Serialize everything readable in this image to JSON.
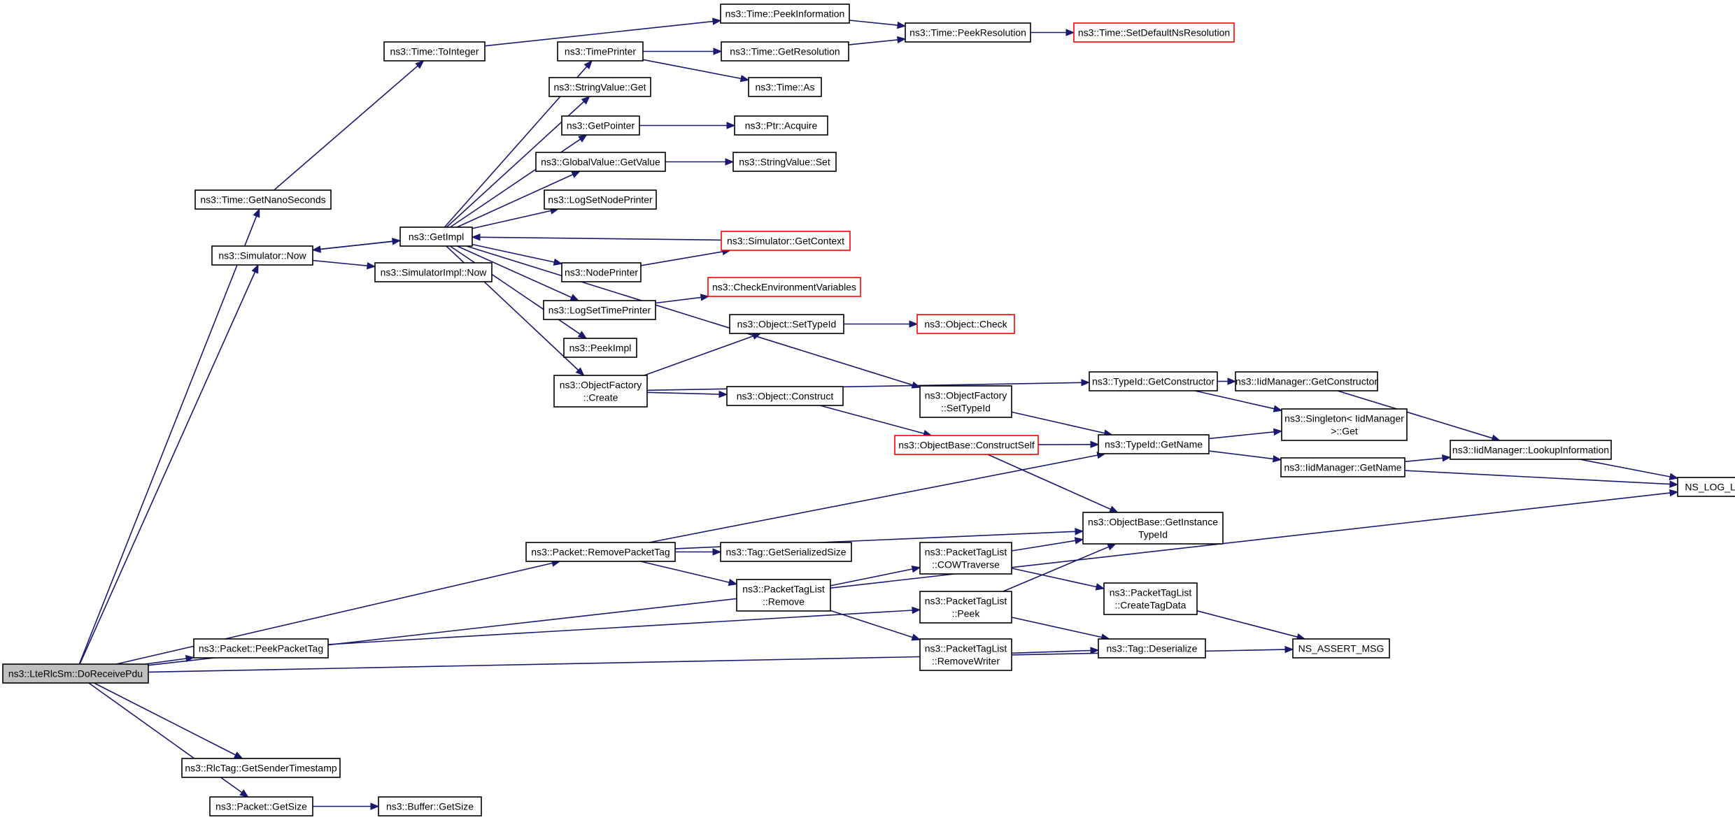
{
  "nodes": {
    "root": [
      "ns3::LteRlcSm::DoReceivePdu"
    ],
    "getnano": [
      "ns3::Time::GetNanoSeconds"
    ],
    "simnow": [
      "ns3::Simulator::Now"
    ],
    "pkt_rmtag": [
      "ns3::Packet::RemovePacketTag"
    ],
    "pkt_peek": [
      "ns3::Packet::PeekPacketTag"
    ],
    "rlctag": [
      "ns3::RlcTag::GetSenderTimestamp"
    ],
    "pkt_size": [
      "ns3::Packet::GetSize"
    ],
    "buf_size": [
      "ns3::Buffer::GetSize"
    ],
    "tointeger": [
      "ns3::Time::ToInteger"
    ],
    "getimpl": [
      "ns3::GetImpl"
    ],
    "simimpl_now": [
      "ns3::SimulatorImpl::Now"
    ],
    "peekinfo": [
      "ns3::Time::PeekInformation"
    ],
    "timeprinter": [
      "ns3::TimePrinter"
    ],
    "strval_get": [
      "ns3::StringValue::Get"
    ],
    "getpointer": [
      "ns3::GetPointer"
    ],
    "gv_getvalue": [
      "ns3::GlobalValue::GetValue"
    ],
    "lognodeprinter": [
      "ns3::LogSetNodePrinter"
    ],
    "nodeprinter": [
      "ns3::NodePrinter"
    ],
    "logtimeprinter": [
      "ns3::LogSetTimePrinter"
    ],
    "peekimpl": [
      "ns3::PeekImpl"
    ],
    "of_create": [
      "ns3::ObjectFactory",
      "::Create"
    ],
    "getres": [
      "ns3::Time::GetResolution"
    ],
    "time_as": [
      "ns3::Time::As"
    ],
    "ptr_acquire": [
      "ns3::Ptr::Acquire"
    ],
    "strval_set": [
      "ns3::StringValue::Set"
    ],
    "sim_ctx": [
      "ns3::Simulator::GetContext"
    ],
    "checkenv": [
      "ns3::CheckEnvironmentVariables"
    ],
    "obj_settid": [
      "ns3::Object::SetTypeId"
    ],
    "obj_construct": [
      "ns3::Object::Construct"
    ],
    "peekres": [
      "ns3::Time::PeekResolution"
    ],
    "setdefres": [
      "ns3::Time::SetDefaultNsResolution"
    ],
    "obj_check": [
      "ns3::Object::Check"
    ],
    "tid_getctor": [
      "ns3::TypeId::GetConstructor"
    ],
    "of_settid": [
      "ns3::ObjectFactory",
      "::SetTypeId"
    ],
    "ob_cself": [
      "ns3::ObjectBase::ConstructSelf"
    ],
    "tid_getname": [
      "ns3::TypeId::GetName"
    ],
    "iid_getctor": [
      "ns3::IidManager::GetConstructor"
    ],
    "singleton": [
      "ns3::Singleton< IidManager",
      ">::Get"
    ],
    "iid_getname": [
      "ns3::IidManager::GetName"
    ],
    "iid_lookup": [
      "ns3::IidManager::LookupInformation"
    ],
    "ns_log_logic": [
      "NS_LOG_LOGIC"
    ],
    "ob_getinst": [
      "ns3::ObjectBase::GetInstance",
      "TypeId"
    ],
    "tag_sersize": [
      "ns3::Tag::GetSerializedSize"
    ],
    "ptl_remove": [
      "ns3::PacketTagList",
      "::Remove"
    ],
    "ptl_cow": [
      "ns3::PacketTagList",
      "::COWTraverse"
    ],
    "ptl_peek": [
      "ns3::PacketTagList",
      "::Peek"
    ],
    "ptl_rmwriter": [
      "ns3::PacketTagList",
      "::RemoveWriter"
    ],
    "ptl_create": [
      "ns3::PacketTagList",
      "::CreateTagData"
    ],
    "tag_deser": [
      "ns3::Tag::Deserialize"
    ],
    "assert_msg": [
      "NS_ASSERT_MSG"
    ]
  },
  "edges": [
    [
      "root",
      "getnano"
    ],
    [
      "root",
      "simnow"
    ],
    [
      "root",
      "pkt_rmtag"
    ],
    [
      "root",
      "pkt_peek"
    ],
    [
      "root",
      "rlctag"
    ],
    [
      "root",
      "pkt_size"
    ],
    [
      "root",
      "assert_msg"
    ],
    [
      "root",
      "ns_log_logic"
    ],
    [
      "getnano",
      "tointeger"
    ],
    [
      "tointeger",
      "peekinfo"
    ],
    [
      "simnow",
      "getimpl"
    ],
    [
      "simnow",
      "simimpl_now"
    ],
    [
      "getimpl",
      "simnow"
    ],
    [
      "getimpl",
      "timeprinter"
    ],
    [
      "getimpl",
      "strval_get"
    ],
    [
      "getimpl",
      "getpointer"
    ],
    [
      "getimpl",
      "gv_getvalue"
    ],
    [
      "getimpl",
      "lognodeprinter"
    ],
    [
      "getimpl",
      "nodeprinter"
    ],
    [
      "getimpl",
      "logtimeprinter"
    ],
    [
      "getimpl",
      "peekimpl"
    ],
    [
      "getimpl",
      "of_create"
    ],
    [
      "getimpl",
      "of_settid"
    ],
    [
      "timeprinter",
      "getres"
    ],
    [
      "timeprinter",
      "time_as"
    ],
    [
      "getres",
      "peekres"
    ],
    [
      "peekinfo",
      "peekres"
    ],
    [
      "peekres",
      "setdefres"
    ],
    [
      "getpointer",
      "ptr_acquire"
    ],
    [
      "gv_getvalue",
      "strval_set"
    ],
    [
      "sim_ctx",
      "getimpl"
    ],
    [
      "nodeprinter",
      "sim_ctx"
    ],
    [
      "logtimeprinter",
      "checkenv"
    ],
    [
      "of_create",
      "obj_settid"
    ],
    [
      "of_create",
      "tid_getctor"
    ],
    [
      "of_create",
      "obj_construct"
    ],
    [
      "obj_settid",
      "obj_check"
    ],
    [
      "obj_construct",
      "ob_cself"
    ],
    [
      "tid_getctor",
      "iid_getctor"
    ],
    [
      "tid_getctor",
      "singleton"
    ],
    [
      "iid_getctor",
      "iid_lookup"
    ],
    [
      "of_settid",
      "tid_getname"
    ],
    [
      "ob_cself",
      "tid_getname"
    ],
    [
      "ob_cself",
      "ob_getinst"
    ],
    [
      "tid_getname",
      "singleton"
    ],
    [
      "tid_getname",
      "iid_getname"
    ],
    [
      "iid_getname",
      "iid_lookup"
    ],
    [
      "iid_getname",
      "ns_log_logic"
    ],
    [
      "iid_lookup",
      "ns_log_logic"
    ],
    [
      "pkt_rmtag",
      "tid_getname"
    ],
    [
      "pkt_rmtag",
      "ob_getinst"
    ],
    [
      "pkt_rmtag",
      "tag_sersize"
    ],
    [
      "pkt_rmtag",
      "ptl_remove"
    ],
    [
      "ptl_remove",
      "ptl_cow"
    ],
    [
      "ptl_remove",
      "ptl_rmwriter"
    ],
    [
      "ptl_cow",
      "ob_getinst"
    ],
    [
      "ptl_cow",
      "ptl_create"
    ],
    [
      "ptl_peek",
      "ob_getinst"
    ],
    [
      "ptl_peek",
      "tag_deser"
    ],
    [
      "ptl_rmwriter",
      "tag_deser"
    ],
    [
      "ptl_create",
      "assert_msg"
    ],
    [
      "pkt_peek",
      "ptl_peek"
    ],
    [
      "pkt_size",
      "buf_size"
    ]
  ],
  "colors": {
    "edge": "#191970",
    "partial_border": "#ff0000",
    "root_fill": "#bfbfbf"
  }
}
